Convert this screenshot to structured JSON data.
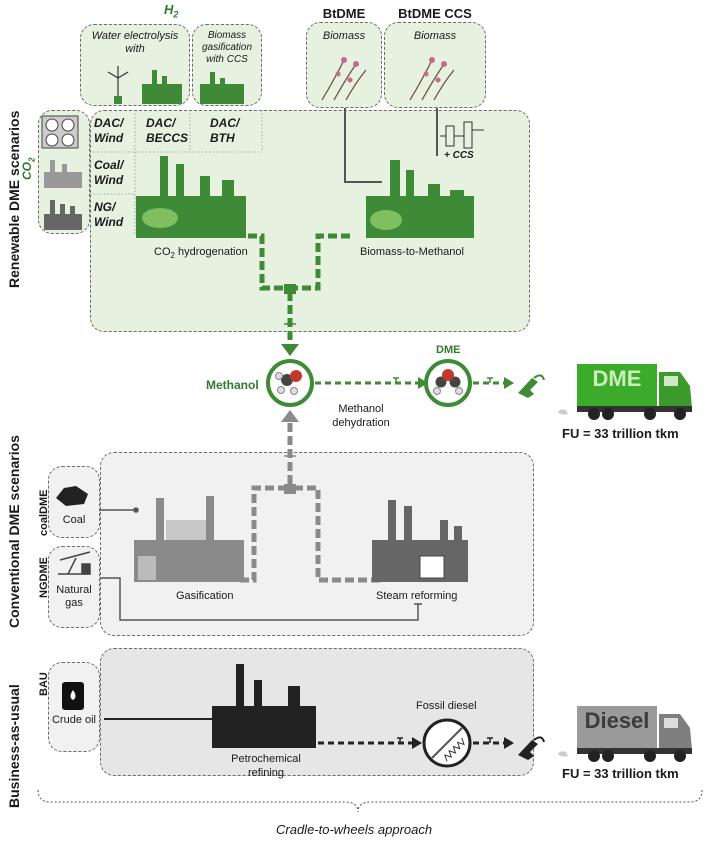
{
  "colors": {
    "green_dark": "#2f7a2f",
    "green_mid": "#4e9a3c",
    "green_light": "#e6f1e0",
    "gray_dark": "#555555",
    "gray_mid": "#8a8a8a",
    "gray_light": "#f1f1f1"
  },
  "section_labels": {
    "renewable": "Renewable DME scenarios",
    "conventional": "Conventional DME scenarios",
    "bau": "Business-as-usual"
  },
  "h2": {
    "title": "H",
    "title_sub": "2",
    "water_electrolysis": "Water electrolysis with",
    "biomass_gasification": "Biomass gasification with CCS"
  },
  "co2": {
    "label": "CO",
    "label_sub": "2"
  },
  "scenarios_renewable": {
    "dac_wind": "DAC/ Wind",
    "dac_beccs": "DAC/ BECCS",
    "dac_bth": "DAC/ BTH",
    "coal_wind": "Coal/ Wind",
    "ng_wind": "NG/ Wind"
  },
  "btdme": {
    "title": "BtDME",
    "biomass": "Biomass"
  },
  "btdme_ccs": {
    "title": "BtDME CCS",
    "biomass": "Biomass",
    "ccs_note": "+ CCS"
  },
  "processes": {
    "co2_hydrogenation_prefix": "CO",
    "co2_hydrogenation_sub": "2",
    "co2_hydrogenation_suffix": " hydrogenation",
    "biomass_to_methanol": "Biomass-to-Methanol",
    "methanol": "Methanol",
    "methanol_dehydration": "Methanol dehydration",
    "dme": "DME",
    "gasification": "Gasification",
    "steam_reforming": "Steam reforming",
    "petrochemical_refining": "Petrochemical refining",
    "fossil_diesel": "Fossil diesel"
  },
  "conventional": {
    "coal_dme": "coalDME",
    "coal": "Coal",
    "ng_dme": "NGDME",
    "natural_gas": "Natural gas"
  },
  "bau": {
    "bau_label": "BAU",
    "crude_oil": "Crude oil"
  },
  "trucks": {
    "dme_text": "DME",
    "diesel_text": "Diesel"
  },
  "functional_unit": {
    "top": "FU = 33 trillion tkm",
    "bottom": "FU = 33 trillion tkm"
  },
  "approach": "Cradle-to-wheels approach"
}
